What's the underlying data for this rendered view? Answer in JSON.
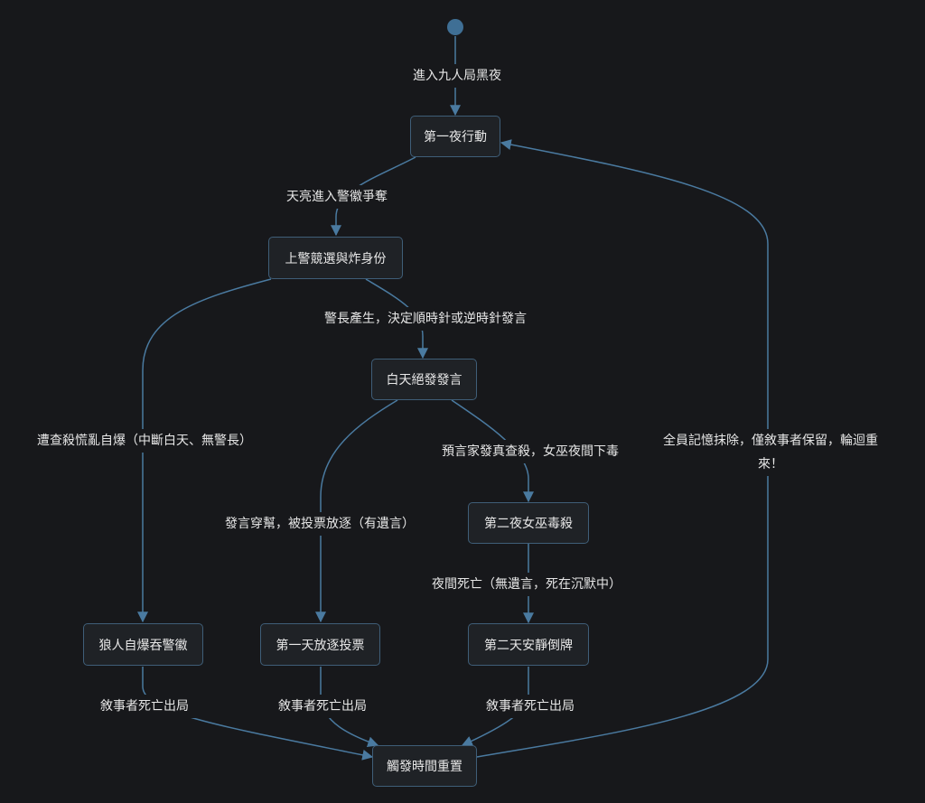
{
  "nodes": {
    "n1": "第一夜行動",
    "n2": "上警競選與炸身份",
    "n3": "白天絕發發言",
    "n4": "第二夜女巫毒殺",
    "n5": "狼人自爆吞警徽",
    "n6": "第一天放逐投票",
    "n7": "第二天安靜倒牌",
    "n8": "觸發時間重置"
  },
  "edges": {
    "e0": "進入九人局黑夜",
    "e1": "天亮進入警徽爭奪",
    "e2": "警長產生，決定順時針或逆時針發言",
    "e3": "遭查殺慌亂自爆（中斷白天、無警長）",
    "e4": "發言穿幫，被投票放逐（有遺言）",
    "e5": "預言家發真查殺，女巫夜間下毒",
    "e6": "夜間死亡（無遺言，死在沉默中）",
    "e7": "敘事者死亡出局",
    "e8": "敘事者死亡出局",
    "e9": "敘事者死亡出局",
    "e10": "全員記憶抹除，僅敘事者保留，輪迴重來！"
  },
  "colors": {
    "background": "#17181b",
    "edge": "#4a7aa0",
    "node_border": "#3f5e78",
    "node_fill": "#1f2226",
    "start": "#3f6f95"
  }
}
